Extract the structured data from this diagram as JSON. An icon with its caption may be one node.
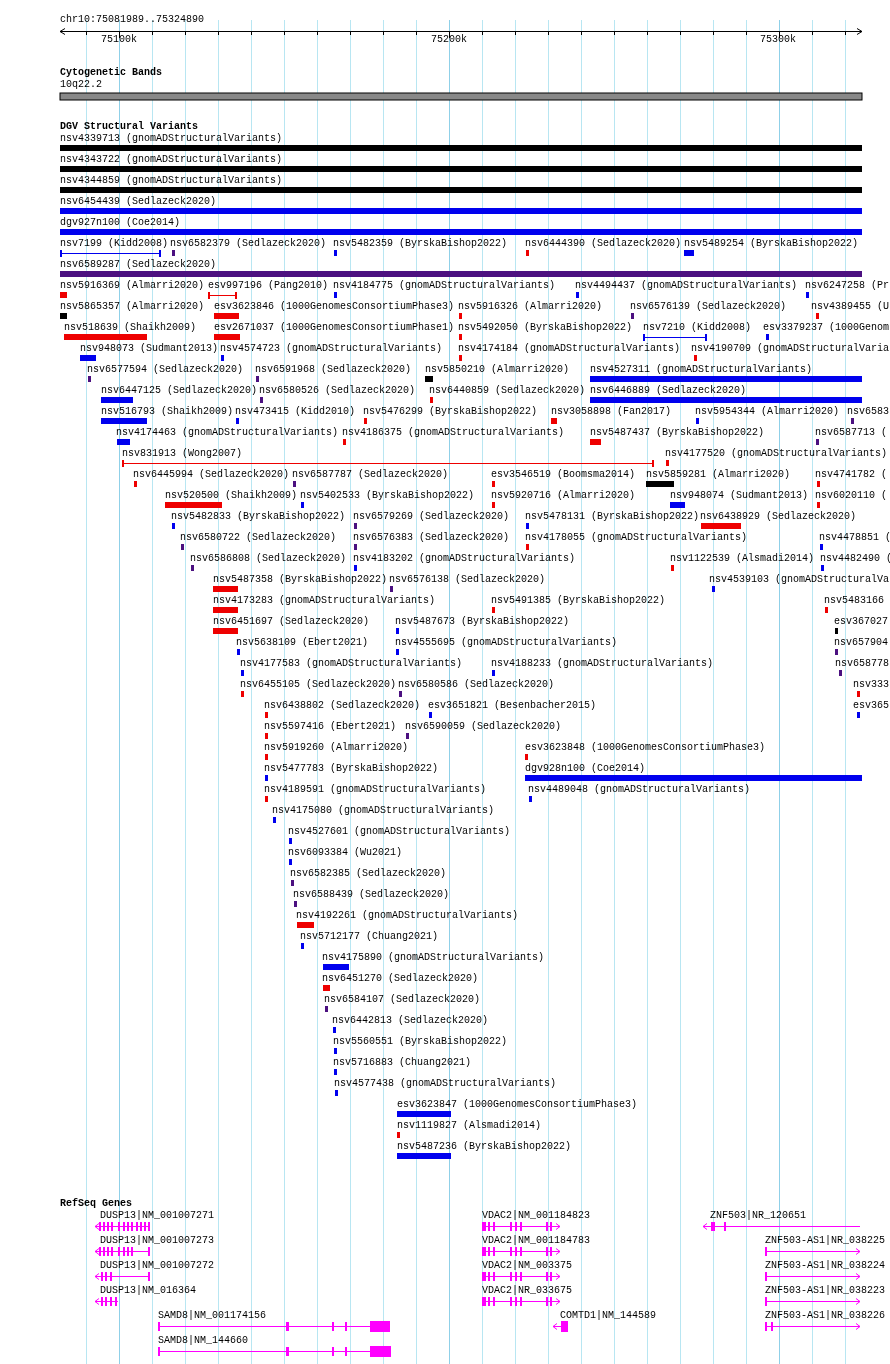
{
  "diagram": {
    "labels": [
      "chr10:75081989..75324890",
      "75100k",
      "75200k",
      "75300k",
      "Cytogenetic Bands",
      "10q22.2",
      "DGV Structural Variants",
      "nsv4339713 (gnomADStructuralVariants)",
      "nsv4343722 (gnomADStructuralVariants)",
      "nsv4344859 (gnomADStructuralVariants)",
      "nsv6454439 (Sedlazeck2020)",
      "dgv927n100 (Coe2014)",
      "nsv7199 (Kidd2008)",
      "nsv6582379 (Sedlazeck2020)",
      "nsv5482359 (ByrskaBishop2022)",
      "nsv6444390 (Sedlazeck2020)",
      "nsv5489254 (ByrskaBishop2022)",
      "nsv6589287 (Sedlazeck2020)",
      "nsv5916369 (Almarri2020)",
      "esv997196 (Pang2010)",
      "nsv4184775 (gnomADStructuralVariants)",
      "nsv4494437 (gnomADStructuralVariants)",
      "nsv6247258 (Pr",
      "nsv5865357 (Almarri2020)",
      "esv3623846 (1000GenomesConsortiumPhase3)",
      "nsv5916326 (Almarri2020)",
      "nsv6576139 (Sedlazeck2020)",
      "nsv4389455 (U",
      "nsv518639 (Shaikh2009)",
      "esv2671037 (1000GenomesConsortiumPhase1)",
      "nsv5492050 (ByrskaBishop2022)",
      "nsv7210 (Kidd2008)",
      "esv3379237 (1000Genom",
      "nsv948073 (Sudmant2013)",
      "nsv4574723 (gnomADStructuralVariants)",
      "nsv4174184 (gnomADStructuralVariants)",
      "nsv4190709 (gnomADStructuralVaria",
      "nsv6577594 (Sedlazeck2020)",
      "nsv6591968 (Sedlazeck2020)",
      "nsv5850210 (Almarri2020)",
      "nsv4527311 (gnomADStructuralVariants)",
      "nsv6447125 (Sedlazeck2020)",
      "nsv6580526 (Sedlazeck2020)",
      "nsv6440859 (Sedlazeck2020)",
      "nsv6446889 (Sedlazeck2020)",
      "nsv516793 (Shaikh2009)",
      "nsv473415 (Kidd2010)",
      "nsv5476299 (ByrskaBishop2022)",
      "nsv3058898 (Fan2017)",
      "nsv5954344 (Almarri2020)",
      "nsv6583",
      "nsv4174463 (gnomADStructuralVariants)",
      "nsv4186375 (gnomADStructuralVariants)",
      "nsv5487437 (ByrskaBishop2022)",
      "nsv6587713 (",
      "nsv831913 (Wong2007)",
      "nsv4177520 (gnomADStructuralVariants)",
      "nsv6445994 (Sedlazeck2020)",
      "nsv6587787 (Sedlazeck2020)",
      "esv3546519 (Boomsma2014)",
      "nsv5859281 (Almarri2020)",
      "nsv4741782 (",
      "nsv520500 (Shaikh2009)",
      "nsv5402533 (ByrskaBishop2022)",
      "nsv5920716 (Almarri2020)",
      "nsv948074 (Sudmant2013)",
      "nsv6020110 (",
      "nsv5482833 (ByrskaBishop2022)",
      "nsv6579269 (Sedlazeck2020)",
      "nsv5478131 (ByrskaBishop2022)",
      "nsv6438929 (Sedlazeck2020)",
      "nsv6580722 (Sedlazeck2020)",
      "nsv6576383 (Sedlazeck2020)",
      "nsv4178055 (gnomADStructuralVariants)",
      "nsv4478851 (",
      "nsv6586808 (Sedlazeck2020)",
      "nsv4183202 (gnomADStructuralVariants)",
      "nsv1122539 (Alsmadi2014)",
      "nsv4482490 (",
      "nsv5487358 (ByrskaBishop2022)",
      "nsv6576138 (Sedlazeck2020)",
      "nsv4539103 (gnomADStructuralVa",
      "nsv4173283 (gnomADStructuralVariants)",
      "nsv5491385 (ByrskaBishop2022)",
      "nsv5483166",
      "nsv6451697 (Sedlazeck2020)",
      "nsv5487673 (ByrskaBishop2022)",
      "esv367027",
      "nsv5638109 (Ebert2021)",
      "nsv4555695 (gnomADStructuralVariants)",
      "nsv657904",
      "nsv4177583 (gnomADStructuralVariants)",
      "nsv4188233 (gnomADStructuralVariants)",
      "nsv658778",
      "nsv6455105 (Sedlazeck2020)",
      "nsv6580586 (Sedlazeck2020)",
      "nsv333",
      "nsv6438802 (Sedlazeck2020)",
      "esv3651821 (Besenbacher2015)",
      "esv365",
      "nsv5597416 (Ebert2021)",
      "nsv6590059 (Sedlazeck2020)",
      "nsv5919260 (Almarri2020)",
      "esv3623848 (1000GenomesConsortiumPhase3)",
      "nsv5477783 (ByrskaBishop2022)",
      "dgv928n100 (Coe2014)",
      "nsv4189591 (gnomADStructuralVariants)",
      "nsv4489048 (gnomADStructuralVariants)",
      "nsv4175080 (gnomADStructuralVariants)",
      "nsv4527601 (gnomADStructuralVariants)",
      "nsv6093384 (Wu2021)",
      "nsv6582385 (Sedlazeck2020)",
      "nsv6588439 (Sedlazeck2020)",
      "nsv4192261 (gnomADStructuralVariants)",
      "nsv5712177 (Chuang2021)",
      "nsv4175890 (gnomADStructuralVariants)",
      "nsv6451270 (Sedlazeck2020)",
      "nsv6584107 (Sedlazeck2020)",
      "nsv6442813 (Sedlazeck2020)",
      "nsv5560551 (ByrskaBishop2022)",
      "nsv5716883 (Chuang2021)",
      "nsv4577438 (gnomADStructuralVariants)",
      "esv3623847 (1000GenomesConsortiumPhase3)",
      "nsv1119827 (Alsmadi2014)",
      "nsv5487236 (ByrskaBishop2022)",
      "RefSeq Genes",
      "DUSP13|NM_001007271",
      "VDAC2|NM_001184823",
      "ZNF503|NR_120651",
      "DUSP13|NM_001007273",
      "VDAC2|NM_001184783",
      "ZNF503-AS1|NR_038225",
      "DUSP13|NM_001007272",
      "VDAC2|NM_003375",
      "ZNF503-AS1|NR_038224",
      "DUSP13|NM_016364",
      "VDAC2|NR_033675",
      "ZNF503-AS1|NR_038223",
      "SAMD8|NM_001174156",
      "COMTD1|NM_144589",
      "ZNF503-AS1|NR_038226",
      "SAMD8|NM_144660"
    ]
  }
}
